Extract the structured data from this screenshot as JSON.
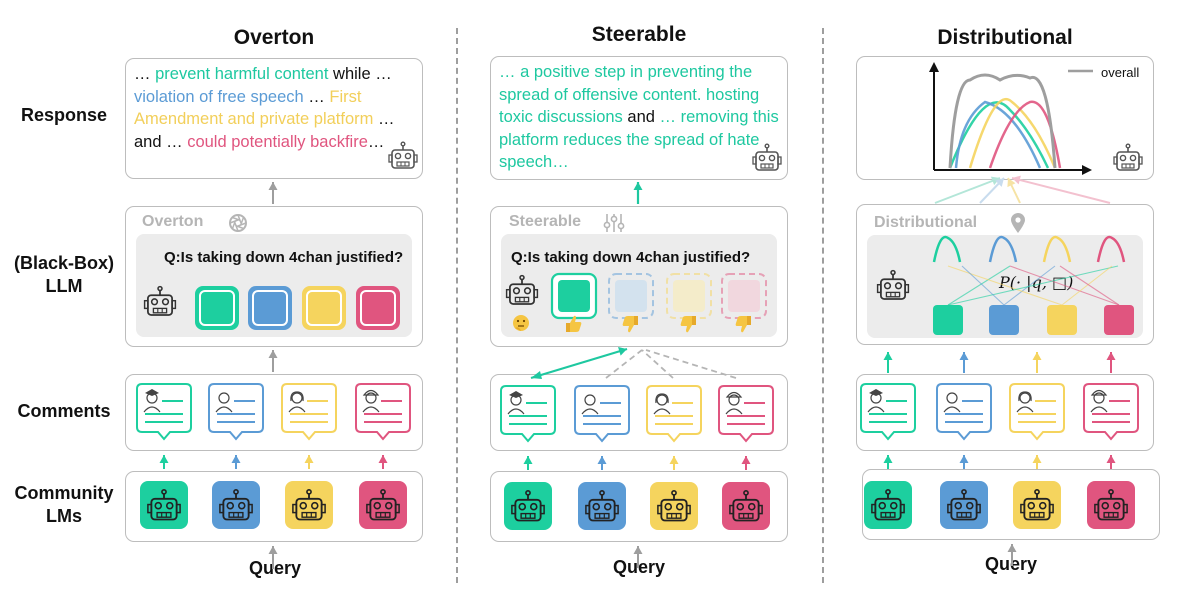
{
  "colors": {
    "green": "#1dcf9f",
    "blue": "#5b9bd5",
    "yellow": "#f5d45e",
    "pink": "#e0557f",
    "gray": "#9e9e9e",
    "teal": "#1ec8a0"
  },
  "row_labels": {
    "response": "Response",
    "llm_line1": "(Black-Box)",
    "llm_line2": "LLM",
    "comments": "Comments",
    "community_line1": "Community",
    "community_line2": "LMs"
  },
  "query_label": "Query",
  "panels": [
    {
      "title": "Overton",
      "llm_name": "Overton",
      "llm_icon": "aperture-icon",
      "question": "Q:Is taking down 4chan justified?",
      "response_segments": [
        {
          "text": "… ",
          "color": "#111"
        },
        {
          "text": "prevent harmful content",
          "color": "#1ec8a0"
        },
        {
          "text": " while … ",
          "color": "#111"
        },
        {
          "text": "violation of free speech",
          "color": "#5b9bd5"
        },
        {
          "text": " … ",
          "color": "#111"
        },
        {
          "text": "First Amendment and private platform",
          "color": "#f2cf5a"
        },
        {
          "text": " … and … ",
          "color": "#111"
        },
        {
          "text": "could potentially backfire",
          "color": "#e0557f"
        },
        {
          "text": "…",
          "color": "#111"
        }
      ]
    },
    {
      "title": "Steerable",
      "llm_name": "Steerable",
      "llm_icon": "sliders-icon",
      "question": "Q:Is taking down 4chan justified?",
      "response_segments": [
        {
          "text": "…  a positive step in preventing the spread of offensive content. hosting toxic discussions",
          "color": "#1ec8a0"
        },
        {
          "text": " and ",
          "color": "#111"
        },
        {
          "text": "… removing this platform reduces the spread of hate speech…",
          "color": "#1ec8a0"
        }
      ]
    },
    {
      "title": "Distributional",
      "llm_name": "Distributional",
      "llm_icon": "location-pin-icon",
      "formula": "P(· |q, □)",
      "legend_label": "overall"
    }
  ]
}
